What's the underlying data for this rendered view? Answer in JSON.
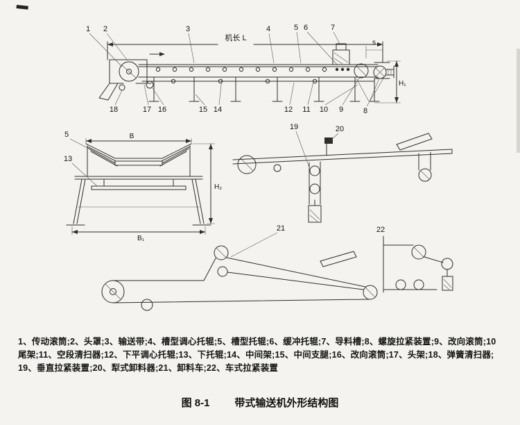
{
  "page": {
    "background_color": "#f4f3ef",
    "ink_color": "#2f2d2a"
  },
  "figure": {
    "title_number": "图 8-1",
    "title_text": "带式输送机外形结构图",
    "legend_lines": [
      "1、传动滚筒;2、头罩;3、输送带;4、槽型调心托辊;5、槽型托辊;6、缓冲托辊;7、导料槽;8、螺旋拉紧装置;9、改向滚筒;10",
      "尾架;11、空段清扫器;12、下平调心托辊;13、下托辊;14、中间架;15、中间支腿;16、改向滚筒;17、头架;18、弹簧清扫器;",
      "19、垂直拉紧装置;20、犁式卸料器;21、卸料车;22、车式拉紧装置"
    ]
  },
  "labels": {
    "side": {
      "n1": "1",
      "n2": "2",
      "n3": "3",
      "n4": "4",
      "n5": "5",
      "n6": "6",
      "n7": "7",
      "machine_length": "机长 L",
      "s_dim": "s",
      "h1_dim": "H₁",
      "n18": "18",
      "n17": "17",
      "n16": "16",
      "n15": "15",
      "n14": "14",
      "n12": "12",
      "n11": "11",
      "n10": "10",
      "n9": "9",
      "n8": "8"
    },
    "section": {
      "n5": "5",
      "n13": "13",
      "b_dim": "B",
      "b1_dim": "B₁",
      "h2_dim": "H₂"
    },
    "takeup": {
      "n19": "19",
      "n20": "20"
    },
    "tripper": {
      "n21": "21",
      "n22": "22"
    }
  }
}
